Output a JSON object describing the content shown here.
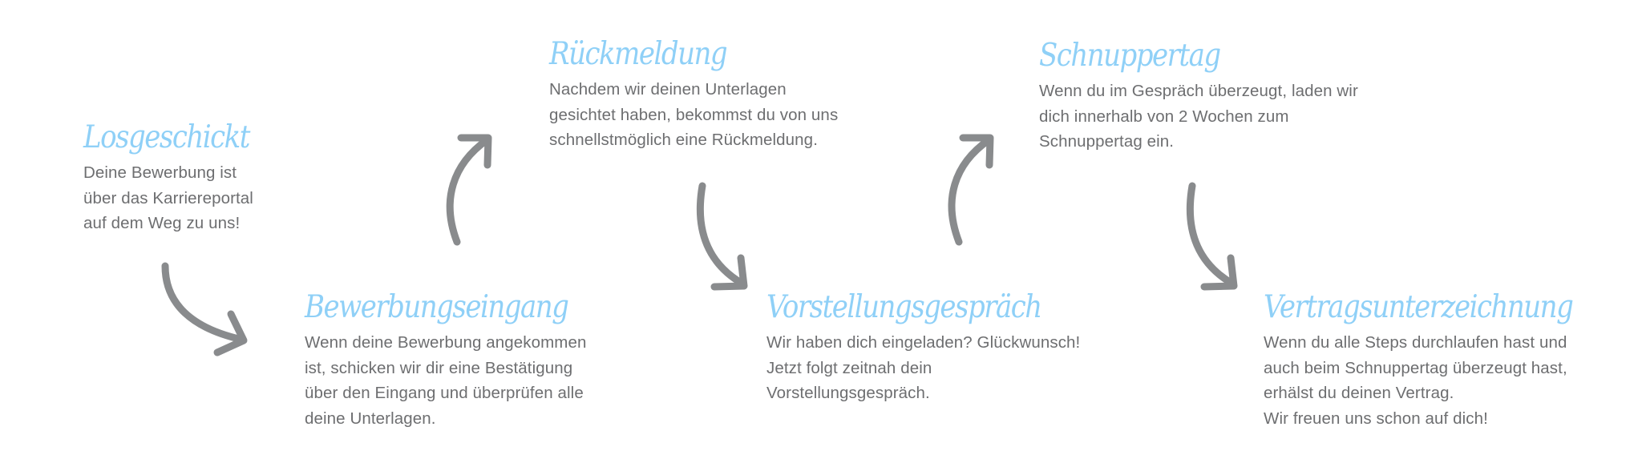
{
  "colors": {
    "title": "#8fd0f7",
    "body_text": "#6d6e70",
    "arrow": "#898b8d",
    "background": "#ffffff"
  },
  "steps": [
    {
      "id": "losgeschickt",
      "title": "Losgeschickt",
      "lines": [
        "Deine Bewerbung ist",
        "über das Karriereportal",
        "auf dem Weg zu uns!"
      ]
    },
    {
      "id": "bewerbungseingang",
      "title": "Bewerbungseingang",
      "lines": [
        "Wenn deine Bewerbung angekommen",
        "ist, schicken wir dir eine Bestätigung",
        "über den Eingang und überprüfen alle",
        "deine Unterlagen."
      ]
    },
    {
      "id": "rueckmeldung",
      "title": "Rückmeldung",
      "lines": [
        "Nachdem wir deinen Unterlagen",
        "gesichtet haben, bekommst du von uns",
        "schnellstmöglich eine Rückmeldung."
      ]
    },
    {
      "id": "vorstellungsgespraech",
      "title": "Vorstellungsgespräch",
      "lines": [
        "Wir haben dich eingeladen? Glückwunsch!",
        "Jetzt folgt zeitnah dein",
        "Vorstellungsgespräch."
      ]
    },
    {
      "id": "schnuppertag",
      "title": "Schnuppertag",
      "lines": [
        "Wenn du im Gespräch überzeugt, laden wir",
        "dich innerhalb von 2 Wochen zum",
        "Schnuppertag ein."
      ]
    },
    {
      "id": "vertragsunterzeichnung",
      "title": "Vertragsunterzeichnung",
      "lines": [
        "Wenn du alle Steps durchlaufen hast und",
        "auch beim Schnuppertag überzeugt hast,",
        "erhälst du deinen Vertrag.",
        "Wir freuen uns schon auf dich!"
      ]
    }
  ],
  "arrows": [
    {
      "from": "losgeschickt",
      "to": "bewerbungseingang",
      "direction": "down-right",
      "icon": "curved-arrow-down-icon"
    },
    {
      "from": "bewerbungseingang",
      "to": "rueckmeldung",
      "direction": "up-right",
      "icon": "curved-arrow-up-icon"
    },
    {
      "from": "rueckmeldung",
      "to": "vorstellungsgespraech",
      "direction": "down-right",
      "icon": "curved-arrow-down-icon"
    },
    {
      "from": "vorstellungsgespraech",
      "to": "schnuppertag",
      "direction": "up-right",
      "icon": "curved-arrow-up-icon"
    },
    {
      "from": "schnuppertag",
      "to": "vertragsunterzeichnung",
      "direction": "down-right",
      "icon": "curved-arrow-down-icon"
    }
  ]
}
